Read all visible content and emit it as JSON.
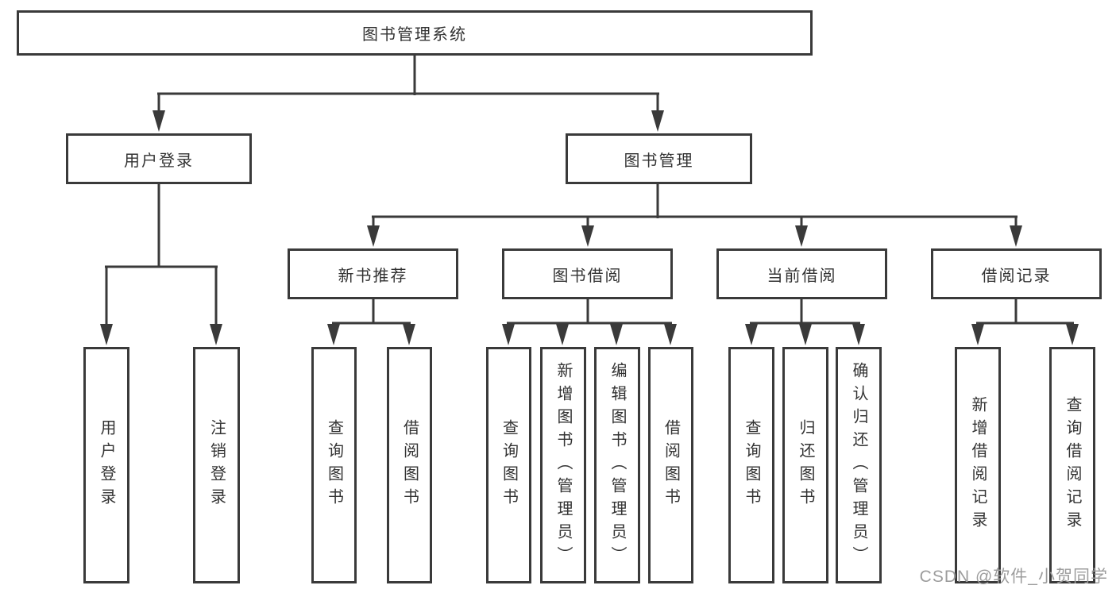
{
  "diagram": {
    "root": {
      "label": "图书管理系统"
    },
    "level1": [
      {
        "label": "用户登录",
        "children": [
          {
            "label": "用户登录"
          },
          {
            "label": "注销登录"
          }
        ]
      },
      {
        "label": "图书管理",
        "children": [
          {
            "label": "新书推荐",
            "children": [
              {
                "label": "查询图书"
              },
              {
                "label": "借阅图书"
              }
            ]
          },
          {
            "label": "图书借阅",
            "children": [
              {
                "label": "查询图书"
              },
              {
                "label": "新增图书（管理员）"
              },
              {
                "label": "编辑图书（管理员）"
              },
              {
                "label": "借阅图书"
              }
            ]
          },
          {
            "label": "当前借阅",
            "children": [
              {
                "label": "查询图书"
              },
              {
                "label": "归还图书"
              },
              {
                "label": "确认归还（管理员）"
              }
            ]
          },
          {
            "label": "借阅记录",
            "children": [
              {
                "label": "新增借阅记录"
              },
              {
                "label": "查询借阅记录"
              }
            ]
          }
        ]
      }
    ]
  },
  "watermark": {
    "text": "CSDN @软件_小贺同学"
  },
  "colors": {
    "line": "#3a3a3a",
    "box_border": "#3a3a3a",
    "text": "#333333",
    "watermark": "#9c9c9c",
    "background": "#ffffff"
  }
}
